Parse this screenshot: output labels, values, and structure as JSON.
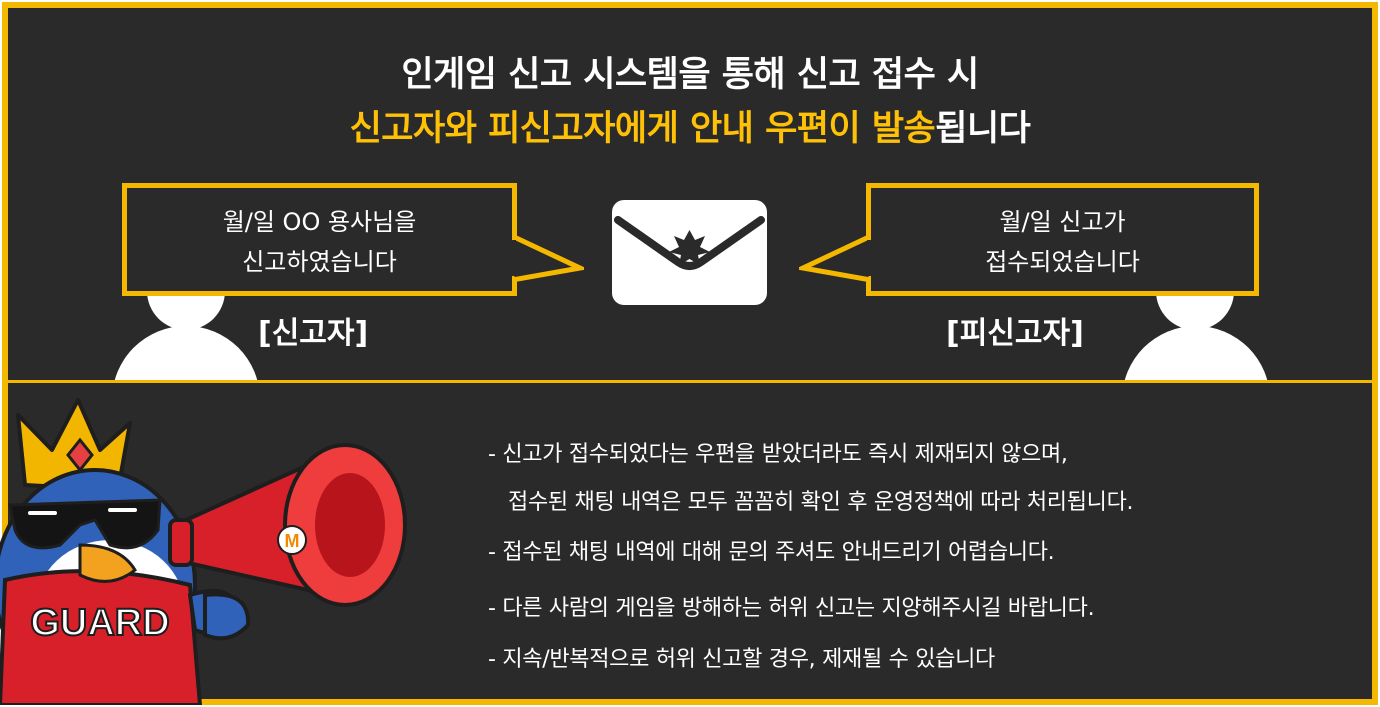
{
  "headline": {
    "line1": "인게임 신고 시스템을 통해 신고 접수 시",
    "line2_highlight": "신고자와 피신고자에게 안내 우편이 발송",
    "line2_rest": "됩니다"
  },
  "reporter": {
    "bubble_line1": "월/일 OO 용사님을",
    "bubble_line2": "신고하였습니다",
    "label": "[신고자]"
  },
  "reported": {
    "bubble_line1": "월/일 신고가",
    "bubble_line2": "접수되었습니다",
    "label": "[피신고자]"
  },
  "notices": [
    "- 신고가 접수되었다는 우편을 받았더라도 즉시 제재되지 않으며,",
    "접수된 채팅 내역은 모두 꼼꼼히 확인 후 운영정책에 따라 처리됩니다.",
    "- 접수된 채팅 내역에 대해 문의 주셔도 안내드리기 어렵습니다.",
    "- 다른 사람의 게임을 방해하는 허위 신고는 지양해주시길 바랍니다.",
    "- 지속/반복적으로 허위 신고할 경우, 제재될 수 있습니다"
  ],
  "mascot": {
    "shirt_text": "GUARD",
    "megaphone_logo": "M"
  },
  "colors": {
    "accent_yellow": "#f5b800",
    "highlight_text": "#ffc107",
    "panel_bg": "#2a2a2a",
    "megaphone_red": "#d8202a"
  }
}
